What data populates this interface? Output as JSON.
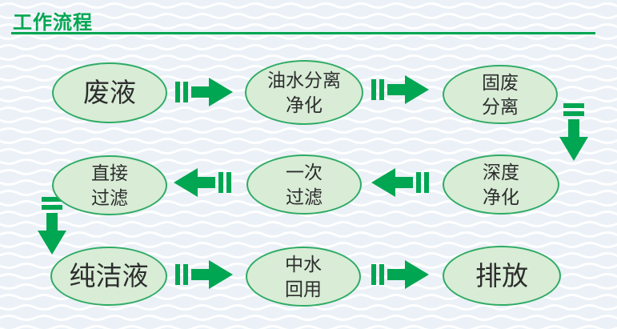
{
  "title": "工作流程",
  "colors": {
    "accent_green": "#00a651",
    "node_fill": "#d8ecd6",
    "node_border": "#2fab64",
    "node_text": "#2d2d2d",
    "background": "#ebf1f7",
    "wave_line": "#ffffff"
  },
  "nodes": [
    {
      "id": "waste-liquid",
      "line1": "废液"
    },
    {
      "id": "oil-water-separation",
      "line1": "油水分离",
      "line2": "净化"
    },
    {
      "id": "solid-waste-separation",
      "line1": "固废",
      "line2": "分离"
    },
    {
      "id": "direct-filtration",
      "line1": "直接",
      "line2": "过滤"
    },
    {
      "id": "primary-filtration",
      "line1": "一次",
      "line2": "过滤"
    },
    {
      "id": "deep-purification",
      "line1": "深度",
      "line2": "净化"
    },
    {
      "id": "pure-liquid",
      "line1": "纯洁液"
    },
    {
      "id": "reclaimed-water-reuse",
      "line1": "中水",
      "line2": "回用"
    },
    {
      "id": "discharge",
      "line1": "排放"
    }
  ],
  "arrows": [
    {
      "direction": "right",
      "from": "waste-liquid",
      "to": "oil-water-separation"
    },
    {
      "direction": "right",
      "from": "oil-water-separation",
      "to": "solid-waste-separation"
    },
    {
      "direction": "down",
      "from": "solid-waste-separation",
      "to": "deep-purification"
    },
    {
      "direction": "left",
      "from": "primary-filtration",
      "to": "direct-filtration"
    },
    {
      "direction": "left",
      "from": "deep-purification",
      "to": "primary-filtration"
    },
    {
      "direction": "down",
      "from": "direct-filtration",
      "to": "pure-liquid"
    },
    {
      "direction": "right",
      "from": "pure-liquid",
      "to": "reclaimed-water-reuse"
    },
    {
      "direction": "right",
      "from": "reclaimed-water-reuse",
      "to": "discharge"
    }
  ]
}
